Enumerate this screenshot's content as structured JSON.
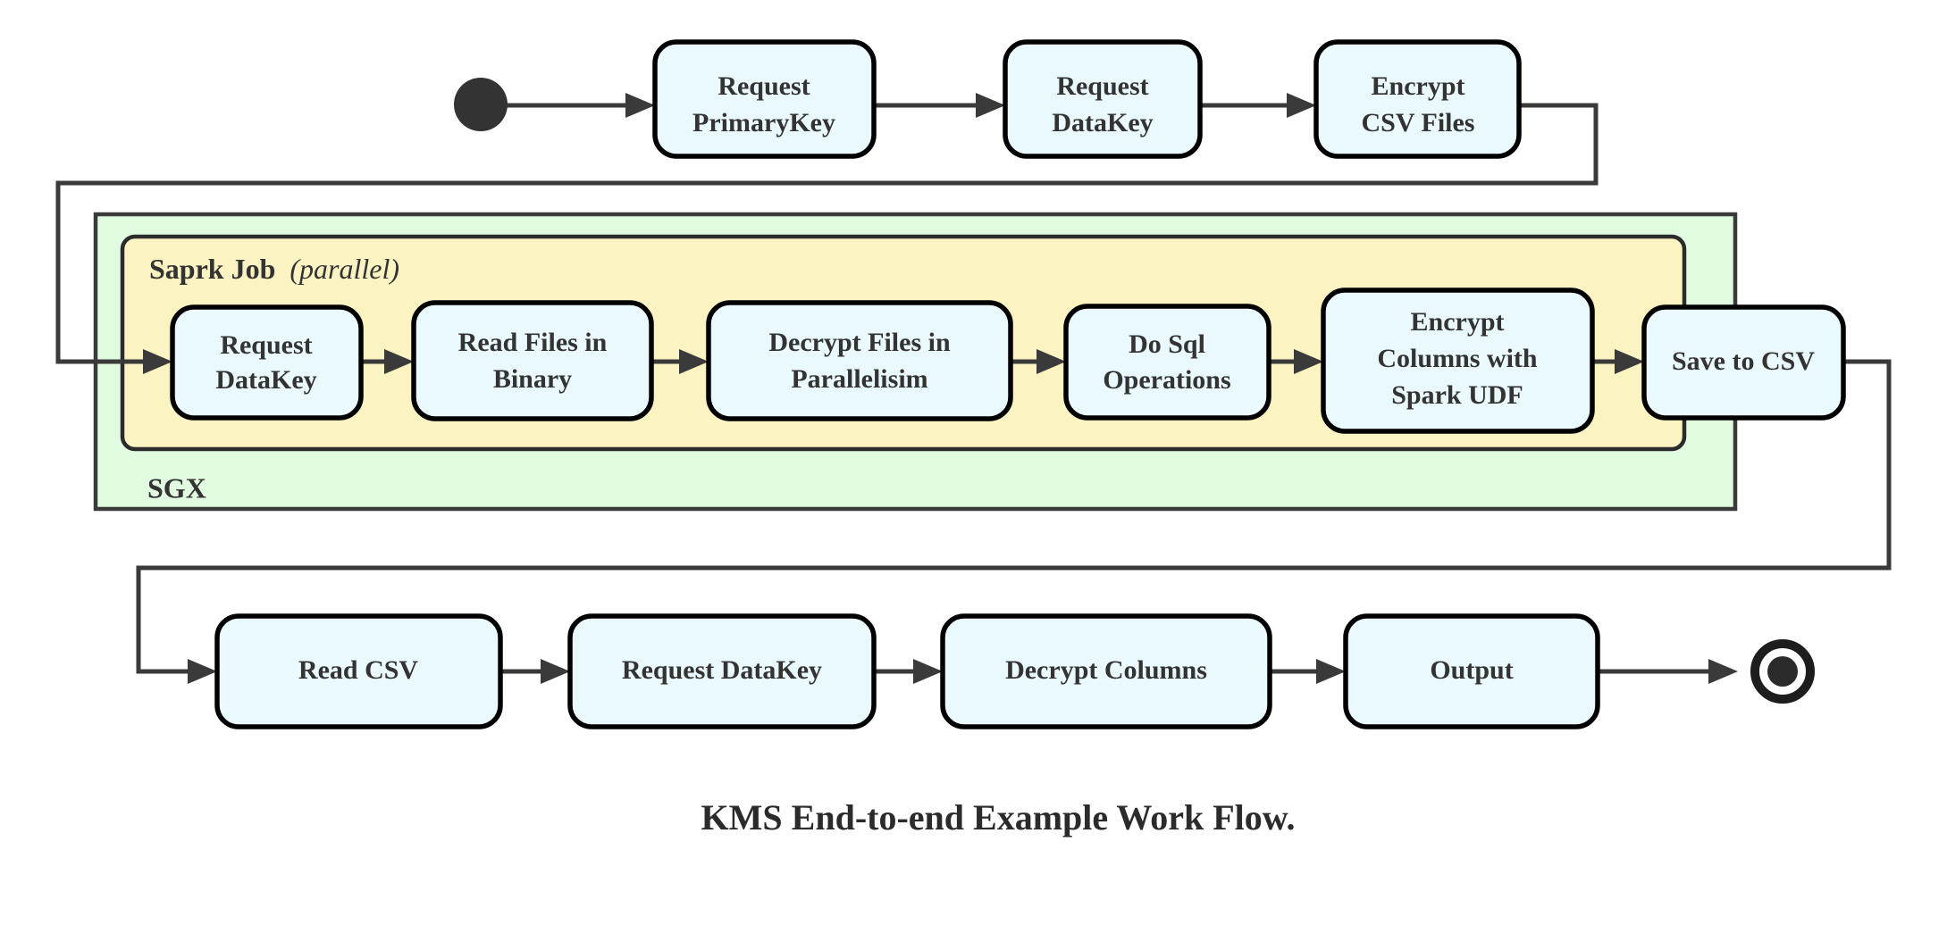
{
  "diagram": {
    "caption": "KMS End-to-end Example Work Flow.",
    "colors": {
      "node_fill": "#e9f9fd",
      "node_stroke": "#000000",
      "sgx_fill": "#e0fbdf",
      "spark_fill": "#fcf3c2",
      "edge": "#3a3a3a",
      "text": "#333333",
      "background": "#ffffff"
    },
    "start_node": {
      "name": "start-state",
      "shape": "filled-circle"
    },
    "end_node": {
      "name": "end-state",
      "shape": "bullseye-circle"
    },
    "containers": [
      {
        "id": "sgx",
        "label": "SGX",
        "fill": "#e0fbdf",
        "label_position": "bottom-left"
      },
      {
        "id": "spark",
        "label": "Saprk Job",
        "label_suffix": "(parallel)",
        "fill": "#fcf3c2",
        "label_position": "top-left"
      }
    ],
    "rows": {
      "top": {
        "nodes": [
          {
            "id": "request-primarykey",
            "lines": [
              "Request",
              "PrimaryKey"
            ]
          },
          {
            "id": "request-datakey-top",
            "lines": [
              "Request",
              "DataKey"
            ]
          },
          {
            "id": "encrypt-csv-files",
            "lines": [
              "Encrypt",
              "CSV Files"
            ]
          }
        ]
      },
      "spark": {
        "nodes": [
          {
            "id": "request-datakey-spark",
            "lines": [
              "Request",
              "DataKey"
            ]
          },
          {
            "id": "read-files-in-binary",
            "lines": [
              "Read Files in",
              "Binary"
            ]
          },
          {
            "id": "decrypt-files-in-parallelisim",
            "lines": [
              "Decrypt Files in",
              "Parallelisim"
            ]
          },
          {
            "id": "do-sql-operations",
            "lines": [
              "Do Sql",
              "Operations"
            ]
          },
          {
            "id": "encrypt-columns-with-spark-udf",
            "lines": [
              "Encrypt",
              "Columns with",
              "Spark UDF"
            ]
          },
          {
            "id": "save-to-csv",
            "lines": [
              "Save to CSV"
            ]
          }
        ]
      },
      "bottom": {
        "nodes": [
          {
            "id": "read-csv",
            "lines": [
              "Read CSV"
            ]
          },
          {
            "id": "request-datakey-bottom",
            "lines": [
              "Request DataKey"
            ]
          },
          {
            "id": "decrypt-columns",
            "lines": [
              "Decrypt Columns"
            ]
          },
          {
            "id": "output",
            "lines": [
              "Output"
            ]
          }
        ]
      }
    },
    "flow_sequence": [
      "start",
      "Request PrimaryKey",
      "Request DataKey",
      "Encrypt CSV Files",
      "Request DataKey",
      "Read Files in Binary",
      "Decrypt Files in Parallelisim",
      "Do Sql Operations",
      "Encrypt Columns with Spark UDF",
      "Save to CSV",
      "Read CSV",
      "Request DataKey",
      "Decrypt Columns",
      "Output",
      "end"
    ]
  }
}
